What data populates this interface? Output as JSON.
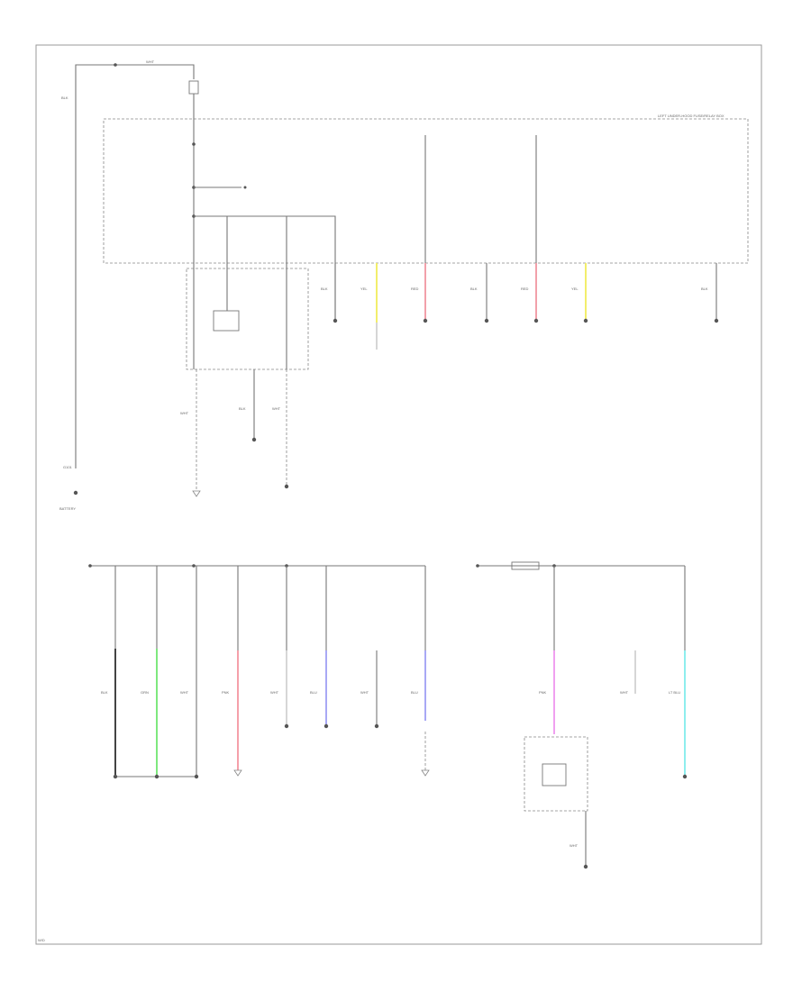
{
  "labels": {
    "upper_box": "LEFT UNDER-HOOD FUSE/RELAY BOX",
    "bat_wire": "BLK",
    "wire_wht": "WHT",
    "wire_blk": "BLK",
    "wire_yel": "YEL",
    "wire_red": "RED",
    "wire_grn": "GRN",
    "wire_blu": "BLU",
    "wire_pnk": "PNK",
    "wire_ltblu": "LT BLU",
    "battery": "BATTERY",
    "ground_main": "G101",
    "footer_code": "W/D"
  }
}
